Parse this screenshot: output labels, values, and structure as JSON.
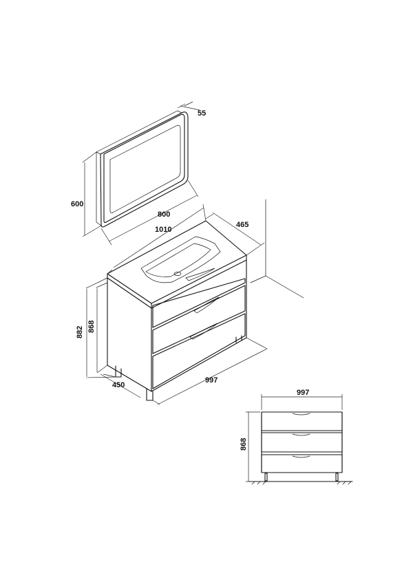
{
  "dimensions": {
    "mirror_depth": "55",
    "mirror_height": "600",
    "mirror_width": "800",
    "top_width": "1010",
    "top_depth": "465",
    "height_total": "882",
    "height_cabinet": "868",
    "cabinet_depth": "450",
    "cabinet_width": "997",
    "front_width": "997",
    "front_height": "868"
  },
  "colors": {
    "line": "#111111",
    "background": "#ffffff"
  }
}
